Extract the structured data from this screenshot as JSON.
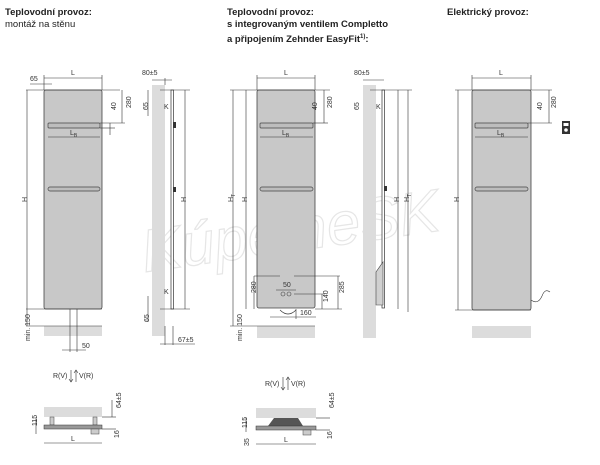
{
  "sections": [
    {
      "title": "Teplovodní provoz:",
      "subtitle": "montáž na stěnu"
    },
    {
      "title": "Teplovodní provoz:",
      "subtitle_line1": "s integrovaným ventilem Completto",
      "subtitle_line2": "a připojením Zehnder EasyFit",
      "footnote": "1)",
      "suffix": ":"
    },
    {
      "title": "Elektrický provoz:"
    }
  ],
  "dims": {
    "L": "L",
    "LB": "L",
    "LB_sub": "B",
    "H": "H",
    "HT": "H",
    "HT_sub": "T",
    "K": "K",
    "d65": "65",
    "d40": "40",
    "d280": "280",
    "d80": "80±5",
    "d67": "67±5",
    "d50": "50",
    "min150": "min. 150",
    "d140": "140",
    "d285": "285",
    "d160": "160",
    "d115": "115",
    "d64": "64±5",
    "d16": "16",
    "d35": "35",
    "return_flow": "R(V)",
    "supply_flow": "V(R)"
  },
  "watermark": "KúpelneSK",
  "colors": {
    "panel": "#c8c8c8",
    "wall": "#dcdcdc",
    "line": "#333333"
  }
}
